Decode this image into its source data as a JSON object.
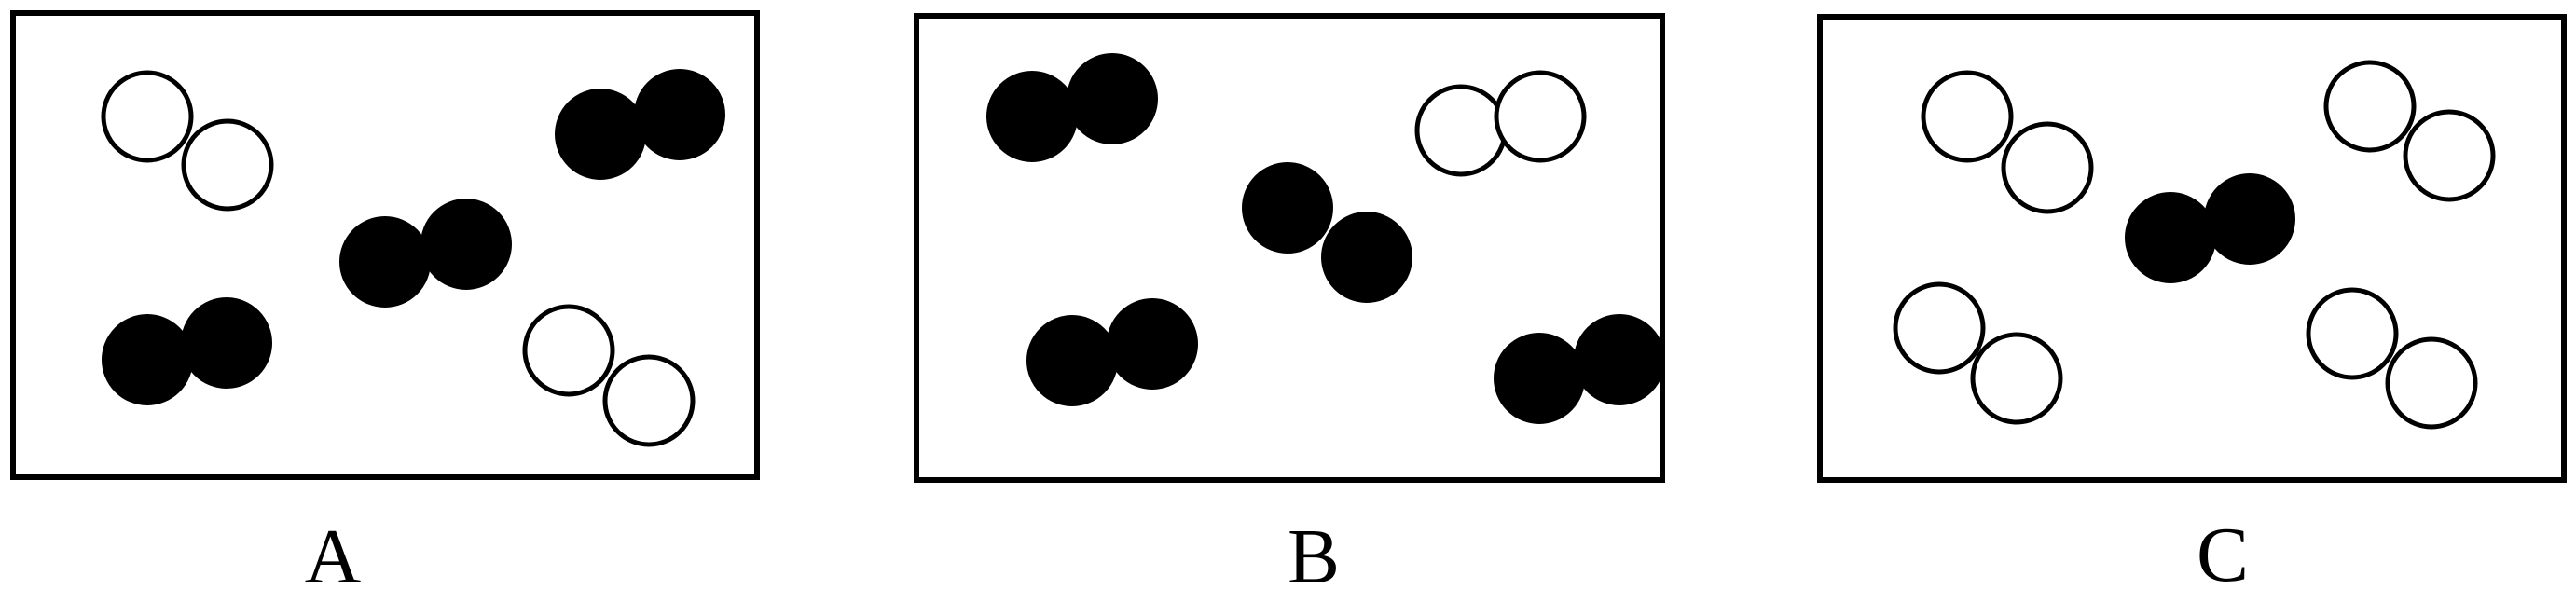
{
  "panels": [
    {
      "label": "A",
      "molecules": [
        {
          "fill": "white"
        },
        {
          "fill": "black"
        },
        {
          "fill": "black"
        },
        {
          "fill": "black"
        },
        {
          "fill": "white"
        }
      ]
    },
    {
      "label": "B",
      "molecules": [
        {
          "fill": "black"
        },
        {
          "fill": "black"
        },
        {
          "fill": "white"
        },
        {
          "fill": "black"
        },
        {
          "fill": "black"
        }
      ]
    },
    {
      "label": "C",
      "molecules": [
        {
          "fill": "white"
        },
        {
          "fill": "white"
        },
        {
          "fill": "black"
        },
        {
          "fill": "white"
        },
        {
          "fill": "white"
        }
      ]
    }
  ],
  "colors": {
    "stroke": "#000000",
    "filled": "#000000",
    "hollow": "#ffffff"
  }
}
